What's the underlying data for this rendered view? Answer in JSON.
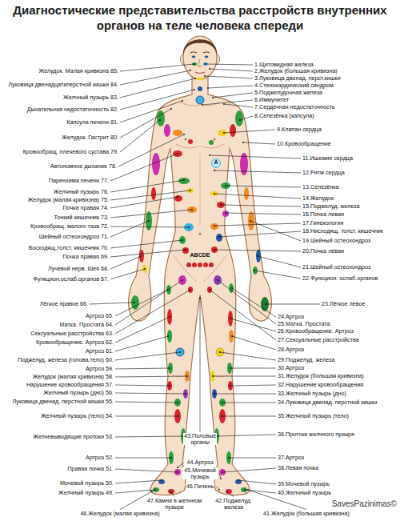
{
  "diagram": {
    "title": "Диагностические представительства расстройств внутренних органов на теле человека спереди",
    "labels": [
      "Желудок. Малая кривизна 85.",
      "Луковица двенадцатиперстной кишки 84.",
      "Желчный пузырь 83.",
      "Дыхательная недостаточность 82.",
      "Капсула печени 81.",
      "Желудок. Гастрит 80.",
      "Кровообращ. плечевого сустава 79.",
      "Автономное дыхание 78.",
      "Паренхима печени 77.",
      "Желчный пузырь 76.",
      "Желудок (малая кривизна) 75.",
      "Почка правая 74.",
      "Тонкий кишечник 73.",
      "Кровообращ. малого таза 72.",
      "Шейный остеохондроз 71.",
      "Восходящ.толст. кишечник 70.",
      "Почка правая 69.",
      "Лучевой нерв. Шея 68.",
      "Функцион.ослаб.органов 67.",
      "Лёгкое правое 66.",
      "Артроз 65.",
      "Матка. Простата 64.",
      "Сексуальные расстройства 63.",
      "Кровообращение. Артроз 62.",
      "Артроз 61.",
      "Поджелуд. железа (голова,тело) 60.",
      "Артроз 59.",
      "Желудок (малая кривизна) 58.",
      "Нарушение кровообращения 57.",
      "Желчный пузырь (дно) 56.",
      "Луковица двенад. перстной кишки 55.",
      "Желчный пузырь (тело) 54.",
      "Желчевыводящие протоки 53.",
      "Артроз 52.",
      "Правая почка 51.",
      "Мочевой пузырь 50.",
      "Желчный пузырь 49.",
      "1.Щитовидная железа",
      "2.Желудок (большая кривизна)",
      "3.Луковица двенад. перст.кишки",
      "4.Стенокардический синдром",
      "5.Поджелудочная железа",
      "6.Иммунитет",
      "7.Сердечная недостаточность",
      "8.Селезёнка (капсула)",
      "9.Клапан сердца",
      "10.Кровообращение",
      "11.Ишемия сердца",
      "12.Ритм сердца",
      "13.Селезёнка",
      "14.Желудок",
      "15.Поджелуд. железа",
      "16.Почка левая",
      "17.Гинекология",
      "18.Нисходящ. толст. кишечник",
      "19.Шейный остеохондроз",
      "20.Почка левая",
      "21.Шейный остеохондроз",
      "22.Функцион. ослаб.органов",
      "23.Лёгкое левое",
      "24.Артроз",
      "25.Матка. Простата",
      "26.Кровообращение. Артроз",
      "27.Сексуальные расстройства",
      "28.Артроз",
      "29.Поджелуд. железа",
      "30.Артроз",
      "31.Желудок (большая кривизна)",
      "32.Нарушение кровообращения",
      "33.Желчный пузырь (дно)",
      "34.Луковица двенад. перстной кишки",
      "35.Желчный пузырь (тело)",
      "36.Протоки желчного пузыря",
      "37.Артроз",
      "38.Левая почка",
      "39.Мочевой пузырь",
      "40.Желчный пузырь",
      "43.Половые органы",
      "44.Артроз",
      "45.Мочевой пузырь",
      "46.Печень",
      "47.Камни в желчном пузыре",
      "48.Желудок (малая кривизна)",
      "42.Поджелуд. железа",
      "41.Желудок (большая кривизна)",
      "ABCDE",
      "A",
      "SavesPazinimas©"
    ]
  }
}
